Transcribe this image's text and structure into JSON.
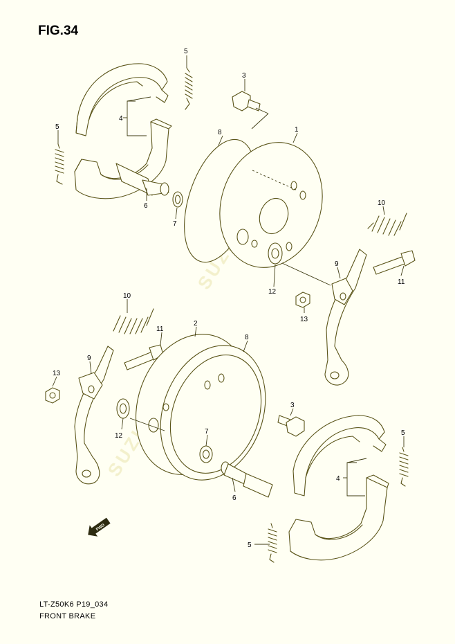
{
  "figure": {
    "title": "FIG.34",
    "code": "LT-Z50K6 P19_034",
    "caption": "FRONT BRAKE"
  },
  "callouts": {
    "c1": "1",
    "c2": "2",
    "c3a": "3",
    "c3b": "3",
    "c4a": "4",
    "c4b": "4",
    "c5a": "5",
    "c5b": "5",
    "c5c": "5",
    "c5d": "5",
    "c6a": "6",
    "c6b": "6",
    "c7a": "7",
    "c7b": "7",
    "c8a": "8",
    "c8b": "8",
    "c9a": "9",
    "c9b": "9",
    "c10a": "10",
    "c10b": "10",
    "c11a": "11",
    "c11b": "11",
    "c12a": "12",
    "c12b": "12",
    "c13a": "13",
    "c13b": "13"
  },
  "fwd_badge": "FWD",
  "colors": {
    "line": "#5a5418",
    "background": "#fffff3",
    "watermark": "#f2efc8"
  }
}
